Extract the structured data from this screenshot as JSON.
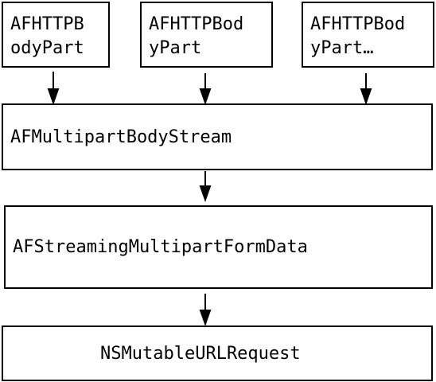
{
  "diagram": {
    "nodes": [
      {
        "id": "part1",
        "label": "AFHTTPB\nodyPart"
      },
      {
        "id": "part2",
        "label": "AFHTTPBod\nyPart"
      },
      {
        "id": "part3",
        "label": "AFHTTPBod\nyPart…"
      },
      {
        "id": "stream",
        "label": "AFMultipartBodyStream"
      },
      {
        "id": "formdata",
        "label": "AFStreamingMultipartFormData"
      },
      {
        "id": "request",
        "label": "NSMutableURLRequest"
      }
    ],
    "edges": [
      {
        "from": "part1",
        "to": "stream"
      },
      {
        "from": "part2",
        "to": "stream"
      },
      {
        "from": "part3",
        "to": "stream"
      },
      {
        "from": "stream",
        "to": "formdata"
      },
      {
        "from": "formdata",
        "to": "request"
      }
    ]
  }
}
